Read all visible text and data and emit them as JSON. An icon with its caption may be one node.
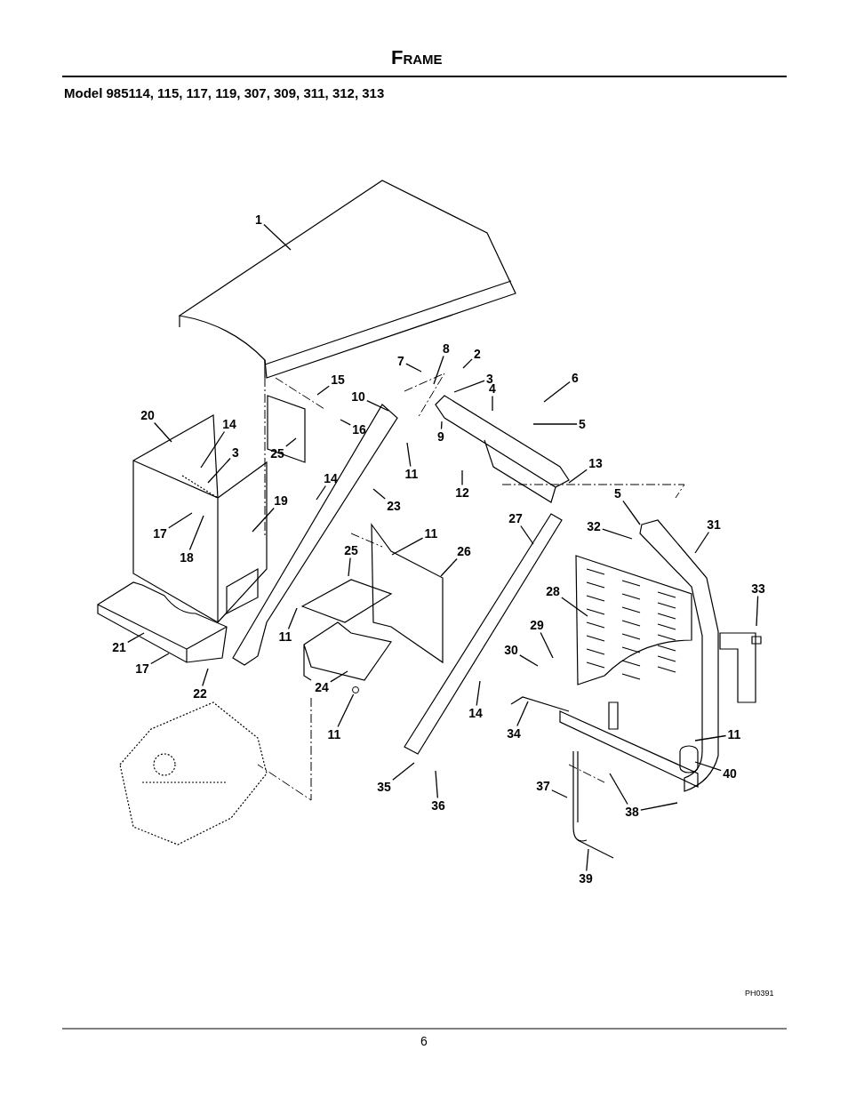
{
  "diagram": {
    "title": "Frame",
    "nodes": [
      {
        "text": [
          "1"
        ]
      },
      {
        "text": [
          "8"
        ]
      },
      {
        "text": [
          "2"
        ]
      },
      {
        "text": [
          "7"
        ]
      },
      {
        "text": [
          "6"
        ]
      },
      {
        "text": [
          "3"
        ]
      },
      {
        "text": [
          "15"
        ]
      },
      {
        "text": [
          "4"
        ]
      },
      {
        "text": [
          "10"
        ]
      },
      {
        "text": [
          "20"
        ]
      },
      {
        "text": [
          "14"
        ]
      },
      {
        "text": [
          "5"
        ]
      },
      {
        "text": [
          "16"
        ]
      },
      {
        "text": [
          "9"
        ]
      },
      {
        "text": [
          "3"
        ]
      },
      {
        "text": [
          "25"
        ]
      },
      {
        "text": [
          "13"
        ]
      },
      {
        "text": [
          "11"
        ]
      },
      {
        "text": [
          "14"
        ]
      },
      {
        "text": [
          "12"
        ]
      },
      {
        "text": [
          "5"
        ]
      },
      {
        "text": [
          "19"
        ]
      },
      {
        "text": [
          "23"
        ]
      },
      {
        "text": [
          "27"
        ]
      },
      {
        "text": [
          "32"
        ]
      },
      {
        "text": [
          "31"
        ]
      },
      {
        "text": [
          "11"
        ]
      },
      {
        "text": [
          "17"
        ]
      },
      {
        "text": [
          "25"
        ]
      },
      {
        "text": [
          "26"
        ]
      },
      {
        "text": [
          "18"
        ]
      },
      {
        "text": [
          "33"
        ]
      },
      {
        "text": [
          "28"
        ]
      },
      {
        "text": [
          "29"
        ]
      },
      {
        "text": [
          "11"
        ]
      },
      {
        "text": [
          "21"
        ]
      },
      {
        "text": [
          "30"
        ]
      },
      {
        "text": [
          "17"
        ]
      },
      {
        "text": [
          "24"
        ]
      },
      {
        "text": [
          "22"
        ]
      },
      {
        "text": [
          "14"
        ]
      },
      {
        "text": [
          "34"
        ]
      },
      {
        "text": [
          "11"
        ]
      },
      {
        "text": [
          "11"
        ]
      },
      {
        "text": [
          "40"
        ]
      },
      {
        "text": [
          "37"
        ]
      },
      {
        "text": [
          "35"
        ]
      },
      {
        "text": [
          "36"
        ]
      },
      {
        "text": [
          "38"
        ]
      },
      {
        "text": [
          "39"
        ]
      },
      {
        "text": [],
        "shape": "circle"
      }
    ],
    "edges": [
      {
        "from": 0,
        "to": null,
        "arrow": "none"
      },
      {
        "from": 1,
        "to": null,
        "arrow": "none"
      },
      {
        "from": 2,
        "to": null,
        "arrow": "none"
      },
      {
        "from": 3,
        "to": null,
        "arrow": "none"
      },
      {
        "from": 4,
        "to": null,
        "arrow": "none"
      },
      {
        "from": 5,
        "to": null,
        "arrow": "none"
      },
      {
        "from": 6,
        "to": null,
        "arrow": "none"
      },
      {
        "from": 7,
        "to": null,
        "arrow": "none"
      },
      {
        "from": 8,
        "to": null,
        "arrow": "none"
      },
      {
        "from": 9,
        "to": null,
        "arrow": "none"
      },
      {
        "from": 10,
        "to": null,
        "arrow": "none"
      },
      {
        "from": 11,
        "to": null,
        "arrow": "none"
      },
      {
        "from": 12,
        "to": null,
        "arrow": "none"
      },
      {
        "from": 13,
        "to": null,
        "arrow": "none"
      },
      {
        "from": 14,
        "to": null,
        "arrow": "none"
      },
      {
        "from": 15,
        "to": null,
        "arrow": "none"
      },
      {
        "from": 16,
        "to": null,
        "arrow": "none"
      },
      {
        "from": 17,
        "to": null,
        "arrow": "none"
      },
      {
        "from": 18,
        "to": null,
        "arrow": "none"
      },
      {
        "from": 19,
        "to": null,
        "arrow": "none"
      },
      {
        "from": 20,
        "to": null,
        "arrow": "none"
      },
      {
        "from": 21,
        "to": null,
        "arrow": "none"
      },
      {
        "from": 22,
        "to": null,
        "arrow": "none"
      },
      {
        "from": 23,
        "to": null,
        "arrow": "none"
      },
      {
        "from": 24,
        "to": null,
        "arrow": "none"
      },
      {
        "from": 25,
        "to": null,
        "arrow": "none"
      },
      {
        "from": 26,
        "to": null,
        "arrow": "none"
      },
      {
        "from": 27,
        "to": null,
        "arrow": "none"
      },
      {
        "from": 28,
        "to": null,
        "arrow": "none"
      },
      {
        "from": 29,
        "to": null,
        "arrow": "none"
      },
      {
        "from": 30,
        "to": null,
        "arrow": "none"
      },
      {
        "from": 31,
        "to": null,
        "arrow": "none"
      },
      {
        "from": 32,
        "to": null,
        "arrow": "none"
      },
      {
        "from": 33,
        "to": null,
        "arrow": "none"
      },
      {
        "from": 34,
        "to": null,
        "arrow": "none"
      },
      {
        "from": 35,
        "to": null,
        "arrow": "none"
      },
      {
        "from": 36,
        "to": null,
        "arrow": "none"
      },
      {
        "from": 37,
        "to": null,
        "arrow": "none"
      },
      {
        "from": 38,
        "to": null,
        "arrow": "none"
      },
      {
        "from": 39,
        "to": null,
        "arrow": "none"
      },
      {
        "from": 40,
        "to": null,
        "arrow": "none"
      },
      {
        "from": 41,
        "to": null,
        "arrow": "none"
      },
      {
        "from": 42,
        "to": 50,
        "arrow": "none"
      },
      {
        "from": 43,
        "to": null,
        "arrow": "none"
      },
      {
        "from": 44,
        "to": null,
        "arrow": "none"
      },
      {
        "from": 45,
        "to": null,
        "arrow": "none"
      },
      {
        "from": 46,
        "to": null,
        "arrow": "none"
      },
      {
        "from": 47,
        "to": null,
        "arrow": "none"
      },
      {
        "from": 48,
        "to": null,
        "arrow": "none"
      },
      {
        "from": 48,
        "to": null,
        "arrow": "none"
      },
      {
        "from": 49,
        "to": null,
        "arrow": "none"
      }
    ],
    "labels": [
      "Model 985114, 115, 117, 119, 307, 309, 311, 312, 313",
      "PH0391",
      "6"
    ]
  }
}
